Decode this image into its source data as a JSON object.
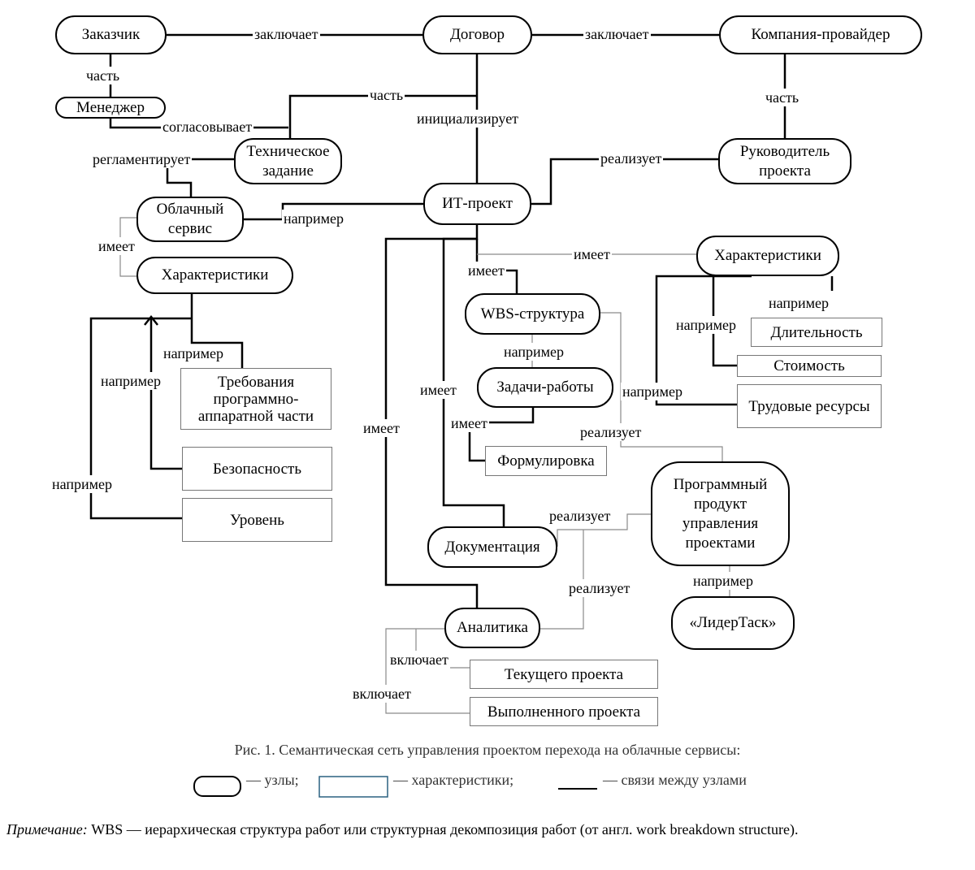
{
  "nodes": {
    "customer": "Заказчик",
    "contract": "Договор",
    "provider": "Компания-провайдер",
    "manager": "Менеджер",
    "tz_line1": "Техническое",
    "tz_line2": "задание",
    "leader_line1": "Руководитель",
    "leader_line2": "проекта",
    "cloud_line1": "Облачный",
    "cloud_line2": "сервис",
    "it_project": "ИТ-проект",
    "chars_left": "Характеристики",
    "chars_right": "Характеристики",
    "wbs": "WBS-структура",
    "tasks": "Задачи-работы",
    "software_line1": "Программный",
    "software_line2": "продукт",
    "software_line3": "управления",
    "software_line4": "проектами",
    "docs": "Документация",
    "leadertask": "«ЛидерТаск»",
    "analytics": "Аналитика"
  },
  "characteristics": {
    "req_line1": "Требования",
    "req_line2": "программно-",
    "req_line3": "аппаратной части",
    "security": "Безопасность",
    "level": "Уровень",
    "duration": "Длительность",
    "cost": "Стоимость",
    "labor": "Трудовые ресурсы",
    "wording": "Формулировка",
    "current": "Текущего проекта",
    "completed": "Выполненного проекта"
  },
  "links": {
    "concludes_left": "заключает",
    "concludes_right": "заключает",
    "part_customer": "часть",
    "part_contract": "часть",
    "part_provider": "часть",
    "agrees": "согласовывает",
    "initializes": "инициализирует",
    "regulates": "регламентирует",
    "implements_leader": "реализует",
    "for_example_cloud": "например",
    "has_cloud": "имеет",
    "has_right": "имеет",
    "has_wbs": "имеет",
    "for_example_right1": "например",
    "for_example_right2": "например",
    "for_example_right3": "например",
    "for_example_wbs": "например",
    "for_example_req": "например",
    "for_example_sec": "например",
    "for_example_level": "например",
    "has_tasks_left": "имеет",
    "has_tasks_under": "имеет",
    "has_analytics": "имеет",
    "implements_wbs": "реализует",
    "implements_docs": "реализует",
    "implements_analytics": "реализует",
    "for_example_soft": "например",
    "includes1": "включает",
    "includes2": "включает"
  },
  "caption": "Рис. 1. Семантическая сеть управления проектом перехода на облачные сервисы:",
  "legend": {
    "nodes": "— узлы;",
    "characteristics": "— характеристики;",
    "links": "— связи между узлами"
  },
  "note": {
    "label": "Примечание:",
    "text": "WBS — иерархическая структура работ или структурная декомпозиция работ (от англ. work breakdown structure)."
  }
}
